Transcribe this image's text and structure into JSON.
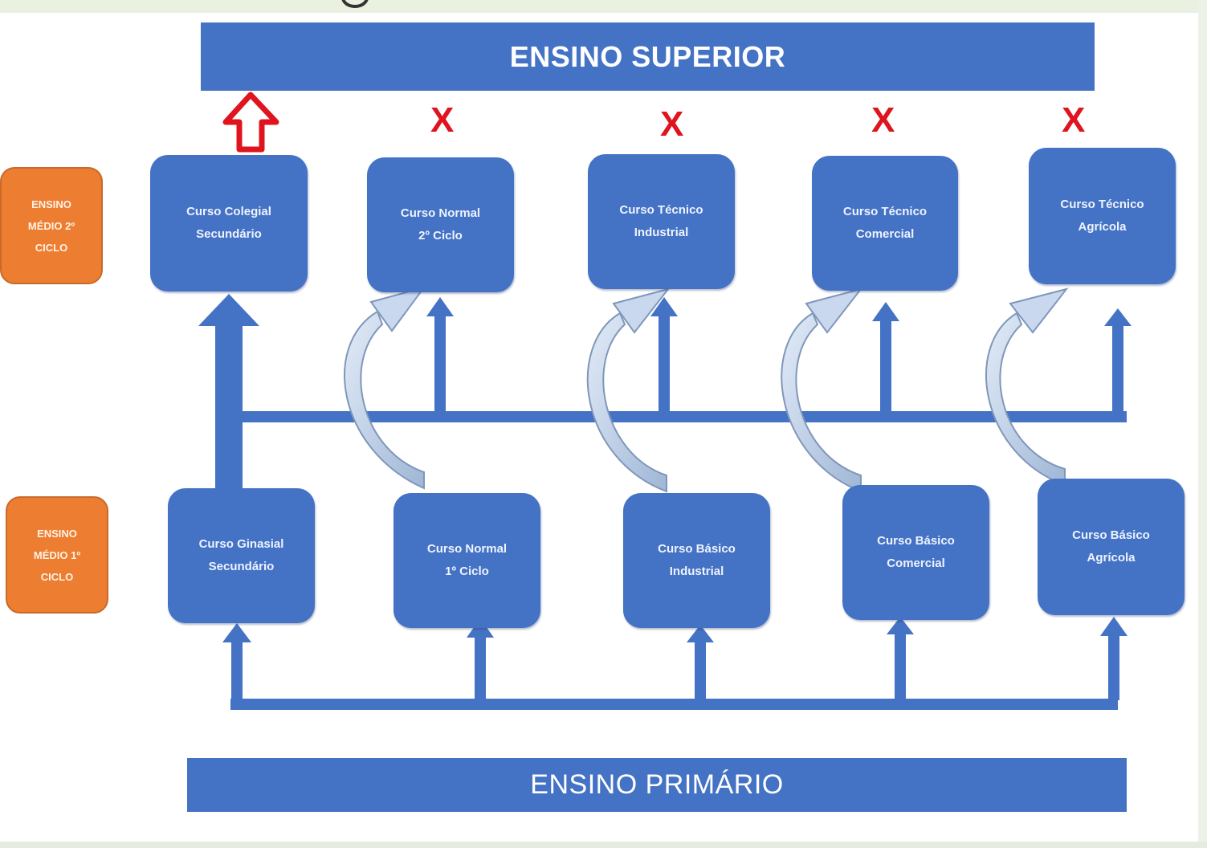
{
  "top_bar": {
    "label": "ENSINO SUPERIOR"
  },
  "bottom_bar": {
    "label": "ENSINO PRIMÁRIO"
  },
  "levels": {
    "second_cycle": "ENSINO\nMÉDIO 2º\nCICLO",
    "first_cycle": "ENSINO\nMÉDIO 1º\nCICLO"
  },
  "second_cycle_courses": [
    "Curso Colegial\nSecundário",
    "Curso Normal\n2º Ciclo",
    "Curso Técnico\nIndustrial",
    "Curso Técnico\nComercial",
    "Curso Técnico\nAgrícola"
  ],
  "first_cycle_courses": [
    "Curso Ginasial\nSecundário",
    "Curso Normal\n1º Ciclo",
    "Curso Básico\nIndustrial",
    "Curso Básico\nComercial",
    "Curso Básico\nAgrícola"
  ],
  "access_marks": [
    "X",
    "X",
    "X",
    "X"
  ],
  "colors": {
    "course_box": "#4472c4",
    "level_box": "#ed7d31",
    "blocked_mark": "#e0141e",
    "curved_arrow": "#b7cbe6"
  }
}
